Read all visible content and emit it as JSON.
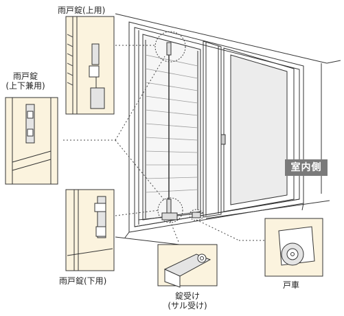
{
  "labels": {
    "upper_lock": "雨戸錠(上用)",
    "dual_lock_line1": "雨戸錠",
    "dual_lock_line2": "(上下兼用)",
    "lower_lock": "雨戸錠(下用)",
    "strike_line1": "錠受け",
    "strike_line2": "(サル受け)",
    "door_roller": "戸車",
    "indoor_side": "室内側"
  },
  "colors": {
    "panel_fill": "#fbf3de",
    "line": "#333333",
    "badge": "#7a7a7a"
  }
}
